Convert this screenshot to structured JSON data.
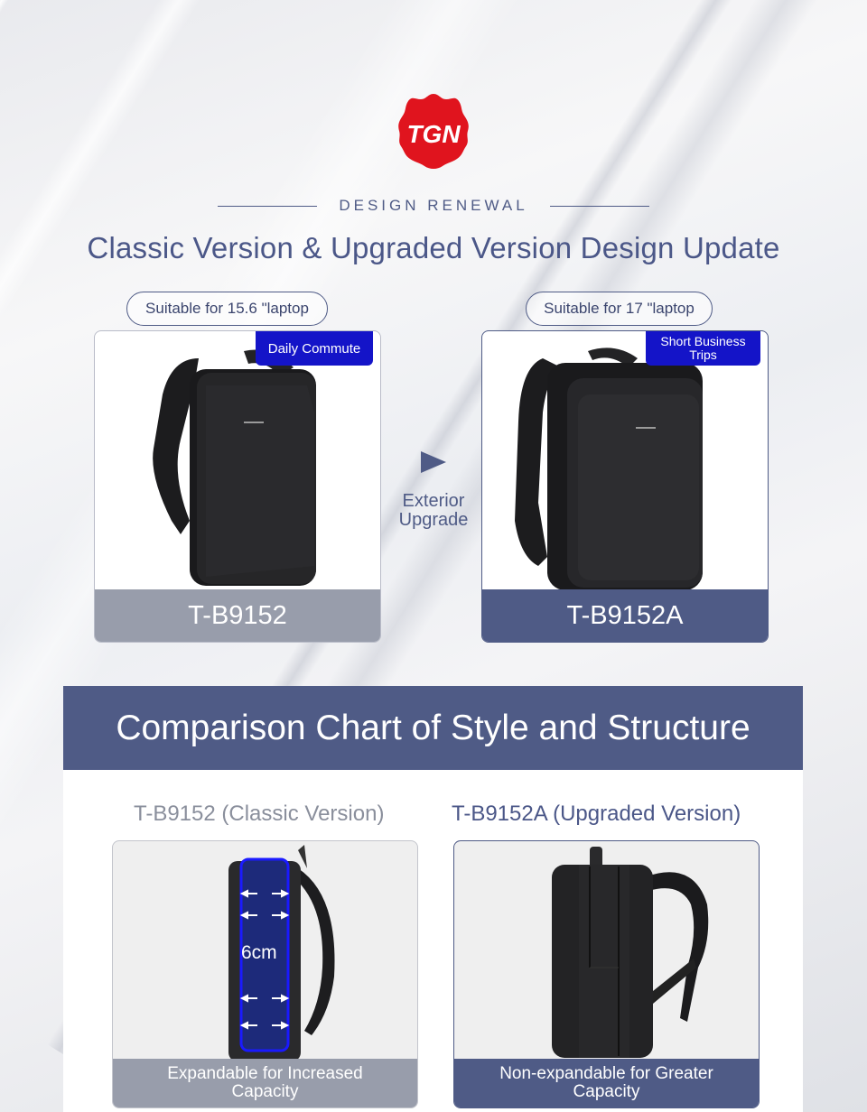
{
  "brand": {
    "logo_text": "TGN",
    "logo_color": "#e0141e"
  },
  "header": {
    "kicker": "DESIGN RENEWAL",
    "headline": "Classic Version & Upgraded Version Design Update"
  },
  "products": [
    {
      "laptop_fit": "Suitable for 15.6 \"laptop",
      "usage": "Daily Commute",
      "model": "T-B9152",
      "image": "hard-shell-backpack-front"
    },
    {
      "laptop_fit": "Suitable for 17 \"laptop",
      "usage": "Short Business Trips",
      "model": "T-B9152A",
      "image": "hard-shell-backpack-front-large"
    }
  ],
  "upgrade": {
    "icon": "arrow-right-icon",
    "label": "Exterior Upgrade"
  },
  "comparison": {
    "title": "Comparison Chart of Style and Structure",
    "columns": [
      {
        "title": "T-B9152 (Classic Version)",
        "caption": "Expandable for Increased Capacity",
        "dimension": "6cm",
        "image": "backpack-side-expandable"
      },
      {
        "title": "T-B9152A (Upgraded Version)",
        "caption": "Non-expandable for Greater Capacity",
        "image": "backpack-side-fixed"
      }
    ]
  },
  "colors": {
    "accent": "#4f5b86",
    "badge": "#1414c8",
    "muted": "#989dab"
  }
}
